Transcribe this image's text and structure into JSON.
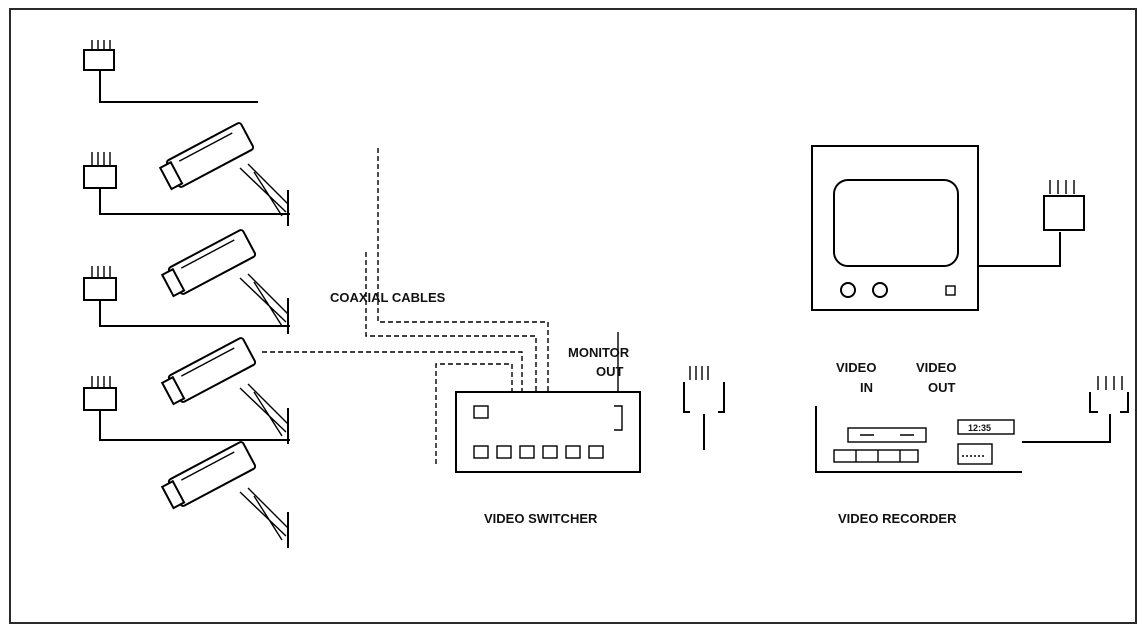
{
  "labels": {
    "coaxial_cables": "COAXIAL CABLES",
    "monitor_out_1": "MONITOR",
    "monitor_out_2": "OUT",
    "video_in_1": "VIDEO",
    "video_in_2": "IN",
    "video_out_1": "VIDEO",
    "video_out_2": "OUT",
    "video_switcher": "VIDEO SWITCHER",
    "video_recorder": "VIDEO RECORDER",
    "recorder_display": "12:35"
  },
  "icons": {
    "camera": "cctv-camera-icon",
    "plug": "power-plug-icon",
    "monitor": "crt-monitor-icon",
    "switcher": "video-switcher-icon",
    "recorder": "vcr-icon"
  },
  "colors": {
    "ink": "#000000",
    "background": "#ffffff",
    "border": "#2a2a2a"
  }
}
